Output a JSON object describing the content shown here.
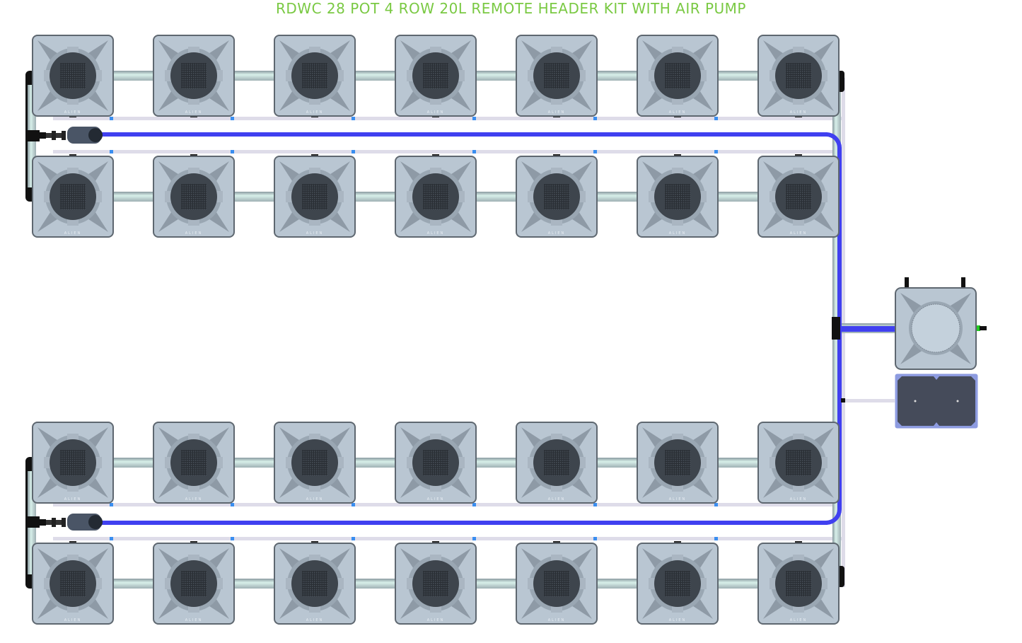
{
  "title": "RDWC 28 POT 4 ROW 20L REMOTE HEADER KIT WITH AIR PUMP",
  "pot_logo": "ALIEN",
  "layout": {
    "rows": 4,
    "pots_per_row": 7
  },
  "colors": {
    "title": "#7ac943",
    "air_line": "#4040f0",
    "pot": "#b9c6d2",
    "pump": "#454b5a"
  }
}
